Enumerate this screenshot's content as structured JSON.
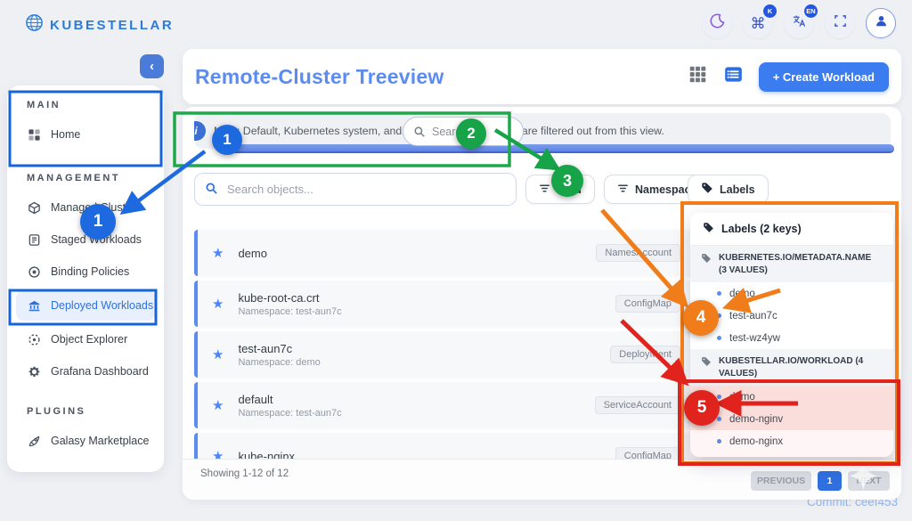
{
  "topbar": {
    "brand": "KUBESTELLAR",
    "shortcut_badge": "K",
    "language_badge": "EN"
  },
  "sidebar": {
    "collapse": "‹",
    "sections": [
      {
        "heading": "MAIN",
        "items": [
          {
            "label": "Home",
            "icon": "home-icon",
            "active": false
          }
        ]
      },
      {
        "heading": "MANAGEMENT",
        "items": [
          {
            "label": "Managed Clusters",
            "icon": "clusters-icon",
            "active": false
          },
          {
            "label": "Staged Workloads",
            "icon": "staged-workloads-icon",
            "active": false
          },
          {
            "label": "Binding Policies",
            "icon": "binding-policies-icon",
            "active": false
          },
          {
            "label": "Deployed Workloads",
            "icon": "deployed-workloads-icon",
            "active": true
          },
          {
            "label": "Object Explorer",
            "icon": "object-explorer-icon",
            "active": false
          },
          {
            "label": "Grafana Dashboard",
            "icon": "grafana-gear-icon",
            "active": false
          }
        ]
      },
      {
        "heading": "PLUGINS",
        "items": [
          {
            "label": "Galasy Marketplace",
            "icon": "marketplace-rocket-icon",
            "active": false
          }
        ]
      }
    ]
  },
  "header": {
    "title": "Remote-Cluster Treeview",
    "create_button": "+ Create Workload"
  },
  "notebar": {
    "text": "Note: Default, Kubernetes system, and OpenShift namespaces are filtered out from this view.",
    "search_placeholder": "Search a"
  },
  "filters": {
    "search_placeholder": "Search objects...",
    "kind_label": "Kind",
    "namespace_label": "Namespace",
    "labels_label": "Labels"
  },
  "objects": [
    {
      "name": "demo",
      "namespace": "",
      "kind": "NamesAccount"
    },
    {
      "name": "kube-root-ca.crt",
      "namespace": "Namespace: test-aun7c",
      "kind": "ConfigMap"
    },
    {
      "name": "test-aun7c",
      "namespace": "Namespace: demo",
      "kind": "DeployMent"
    },
    {
      "name": "default",
      "namespace": "Namespace: test-aun7c",
      "kind": "ServiceAccount"
    },
    {
      "name": "kube-nginx",
      "namespace": "",
      "kind": "ConfigMap"
    }
  ],
  "labels_panel": {
    "title": "Labels (2 keys)",
    "groups": [
      {
        "key": "KUBERNETES.IO/METADATA.NAME (3 VALUES)",
        "values": [
          "demo",
          "test-aun7c",
          "test-wz4yw"
        ]
      },
      {
        "key": "KUBESTELLAR.IO/WORKLOAD (4 VALUES)",
        "values": [
          "demo",
          "demo-nginv",
          "demo-nginx"
        ]
      }
    ]
  },
  "pagination": {
    "showing": "Showing 1-12 of 12",
    "previous": "PREVIOUS",
    "page": "1",
    "next": "NEXT"
  },
  "footer": {
    "commit": "Commit: ceef453"
  },
  "annotations": {
    "marker1": "1",
    "marker2": "2",
    "marker3": "3",
    "marker4": "4",
    "marker5": "5"
  },
  "colors": {
    "accent_blue": "#2f6fe0",
    "annotation_blue": "#1d6ae0",
    "annotation_green": "#17a347",
    "annotation_orange": "#f07d1a",
    "annotation_red": "#e0231c"
  }
}
